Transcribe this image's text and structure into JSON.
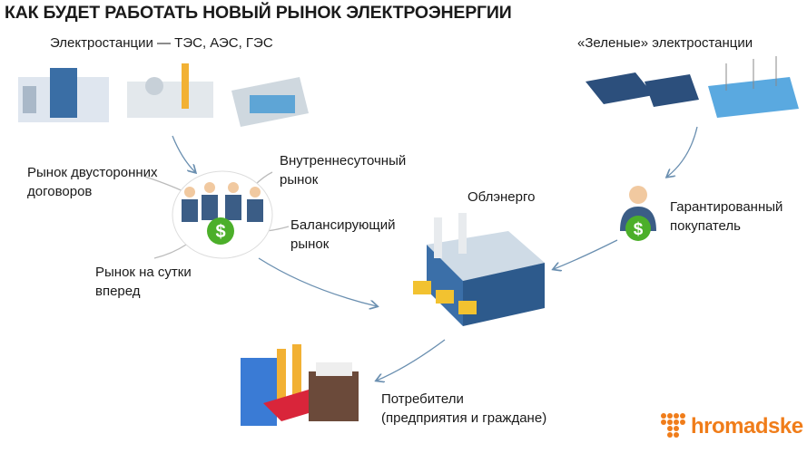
{
  "title": "КАК БУДЕТ РАБОТАТЬ НОВЫЙ РЫНОК ЭЛЕКТРОЭНЕРГИИ",
  "labels": {
    "plants": "Электростанции — ТЭС, АЭС, ГЭС",
    "green": "«Зеленые» электростанции",
    "bilateral": [
      "Рынок двусторонних",
      "договоров"
    ],
    "intraday": [
      "Внутреннесуточный",
      "рынок"
    ],
    "balancing": [
      "Балансирующий",
      "рынок"
    ],
    "dayahead": [
      "Рынок на сутки",
      "вперед"
    ],
    "oblenergo": "Облэнерго",
    "buyer": [
      "Гарантированный",
      "покупатель"
    ],
    "consumers": [
      "Потребители",
      "(предприятия и граждане)"
    ]
  },
  "logo": "hromadske",
  "colors": {
    "accent": "#f07d1a",
    "money": "#4caf2a",
    "arrow": "#6a8fb0"
  }
}
